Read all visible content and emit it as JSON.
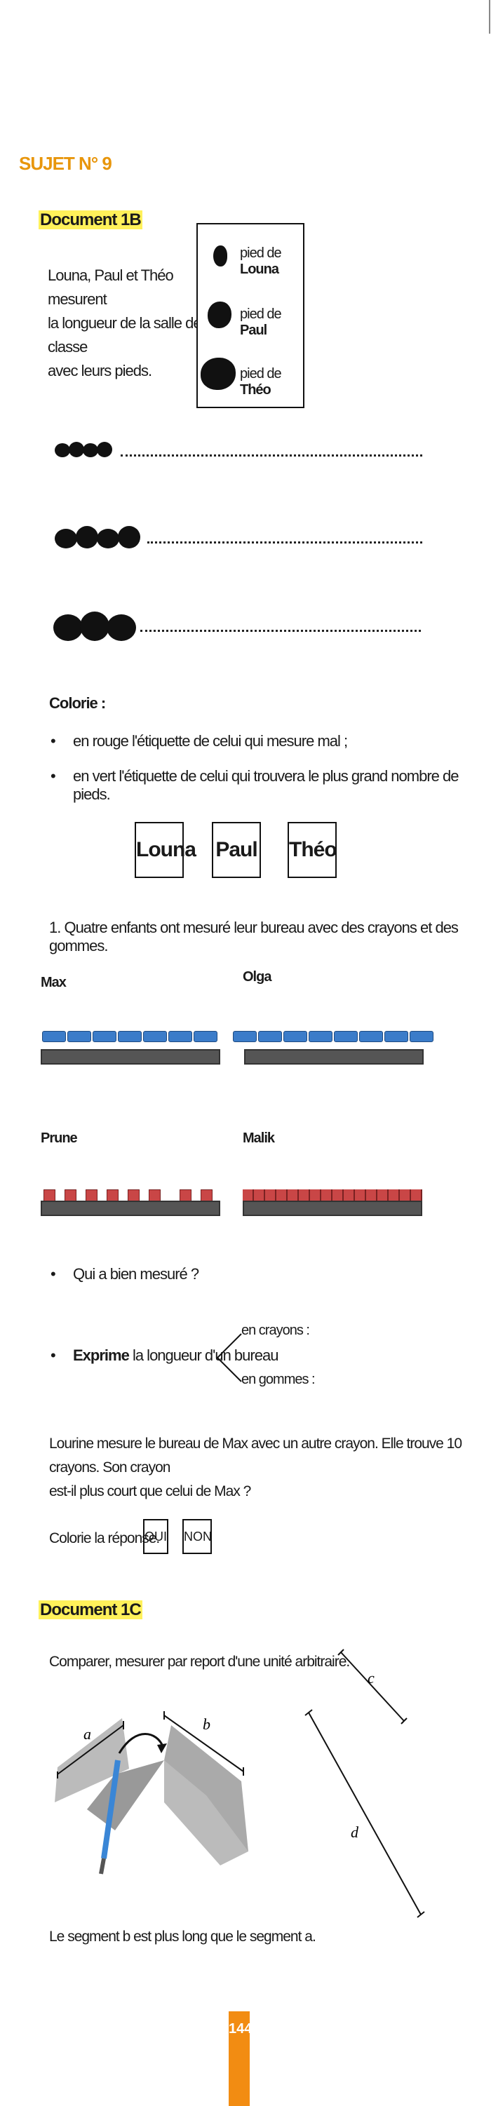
{
  "header": {
    "sujet": "SUJET N° 9"
  },
  "doc1b": {
    "title": "Document 1B",
    "intro": [
      "Louna, Paul et Théo mesurent",
      "la longueur de la salle de classe",
      "avec leurs pieds."
    ],
    "legend": [
      {
        "prefix": "pied de ",
        "name": "Louna"
      },
      {
        "prefix": "pied de ",
        "name": "Paul"
      },
      {
        "prefix": "pied de ",
        "name": "Théo"
      }
    ],
    "colorie_title": "Colorie :",
    "instructions": [
      "en rouge l'étiquette de celui qui mesure mal ;",
      "en vert l'étiquette de celui qui trouvera le plus grand nombre de pieds."
    ],
    "labels": [
      "Louna",
      "Paul",
      "Théo"
    ]
  },
  "desk_section": {
    "question": "1. Quatre enfants ont mesuré leur bureau avec des crayons et des gommes.",
    "children": [
      "Max",
      "Olga",
      "Prune",
      "Malik"
    ],
    "q1": "Qui a bien mesuré ?",
    "q2_bold": "Exprime",
    "q2_rest": " la longueur d'un bureau",
    "branch_top": "en crayons :",
    "branch_bottom": "en gommes :",
    "lourine": [
      "Lourine mesure le bureau de Max avec un autre crayon. Elle trouve 10 crayons. Son crayon",
      "est-il plus court que celui de Max ?"
    ],
    "colorie_reponse": "Colorie la réponse.",
    "answers": [
      "OUI",
      "NON"
    ]
  },
  "doc1c": {
    "title": "Document 1C",
    "subtitle": "Comparer, mesurer par report d'une unité arbitraire.",
    "seg_a": "a",
    "seg_b": "b",
    "seg_c": "c",
    "seg_d": "d",
    "conclusion": "Le segment b est plus long que le segment a."
  },
  "footer": {
    "page": "144"
  }
}
